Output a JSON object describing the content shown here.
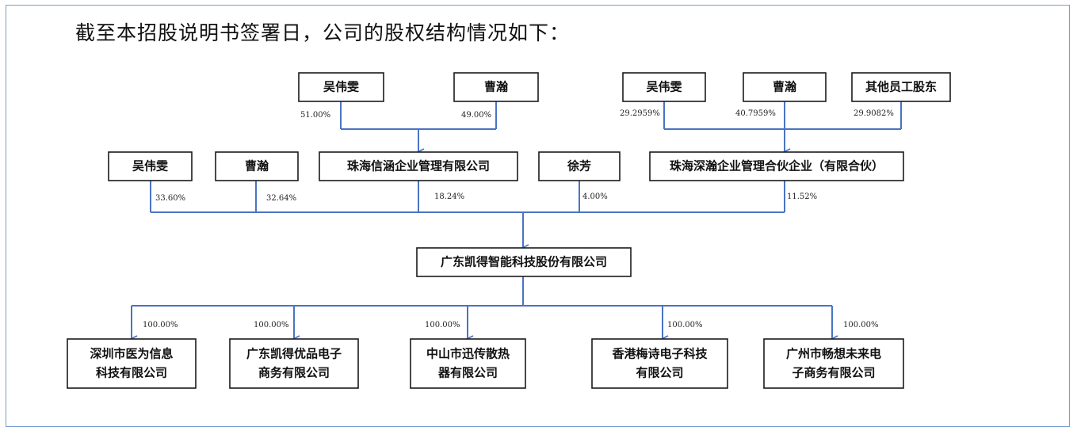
{
  "heading": "截至本招股说明书签署日，公司的股权结构情况如下：",
  "nodes": {
    "wu_top_left": "吴伟雯",
    "cao_top_left": "曹瀚",
    "wu_top_right": "吴伟雯",
    "cao_top_right": "曹瀚",
    "other_staff": "其他员工股东",
    "wu_mid": "吴伟雯",
    "cao_mid": "曹瀚",
    "xinhan": "珠海信涵企业管理有限公司",
    "xu_fang": "徐芳",
    "shenhan": "珠海深瀚企业管理合伙企业（有限合伙）",
    "company": "广东凯得智能科技股份有限公司",
    "sub_shenzhen": [
      "深圳市医为信息",
      "科技有限公司"
    ],
    "sub_youpin": [
      "广东凯得优品电子",
      "商务有限公司"
    ],
    "sub_zhongshan": [
      "中山市迅传散热",
      "器有限公司"
    ],
    "sub_hk": [
      "香港梅诗电子科技",
      "有限公司"
    ],
    "sub_guangzhou": [
      "广州市畅想未来电",
      "子商务有限公司"
    ]
  },
  "edges": [
    {
      "from": "wu_top_left",
      "to": "xinhan",
      "share": "51.00%"
    },
    {
      "from": "cao_top_left",
      "to": "xinhan",
      "share": "49.00%"
    },
    {
      "from": "wu_top_right",
      "to": "shenhan",
      "share": "29.2959%"
    },
    {
      "from": "cao_top_right",
      "to": "shenhan",
      "share": "40.7959%"
    },
    {
      "from": "other_staff",
      "to": "shenhan",
      "share": "29.9082%"
    },
    {
      "from": "wu_mid",
      "to": "company",
      "share": "33.60%"
    },
    {
      "from": "cao_mid",
      "to": "company",
      "share": "32.64%"
    },
    {
      "from": "xinhan",
      "to": "company",
      "share": "18.24%"
    },
    {
      "from": "xu_fang",
      "to": "company",
      "share": "4.00%"
    },
    {
      "from": "shenhan",
      "to": "company",
      "share": "11.52%"
    },
    {
      "from": "company",
      "to": "sub_shenzhen",
      "share": "100.00%"
    },
    {
      "from": "company",
      "to": "sub_youpin",
      "share": "100.00%"
    },
    {
      "from": "company",
      "to": "sub_zhongshan",
      "share": "100.00%"
    },
    {
      "from": "company",
      "to": "sub_hk",
      "share": "100.00%"
    },
    {
      "from": "company",
      "to": "sub_guangzhou",
      "share": "100.00%"
    }
  ]
}
